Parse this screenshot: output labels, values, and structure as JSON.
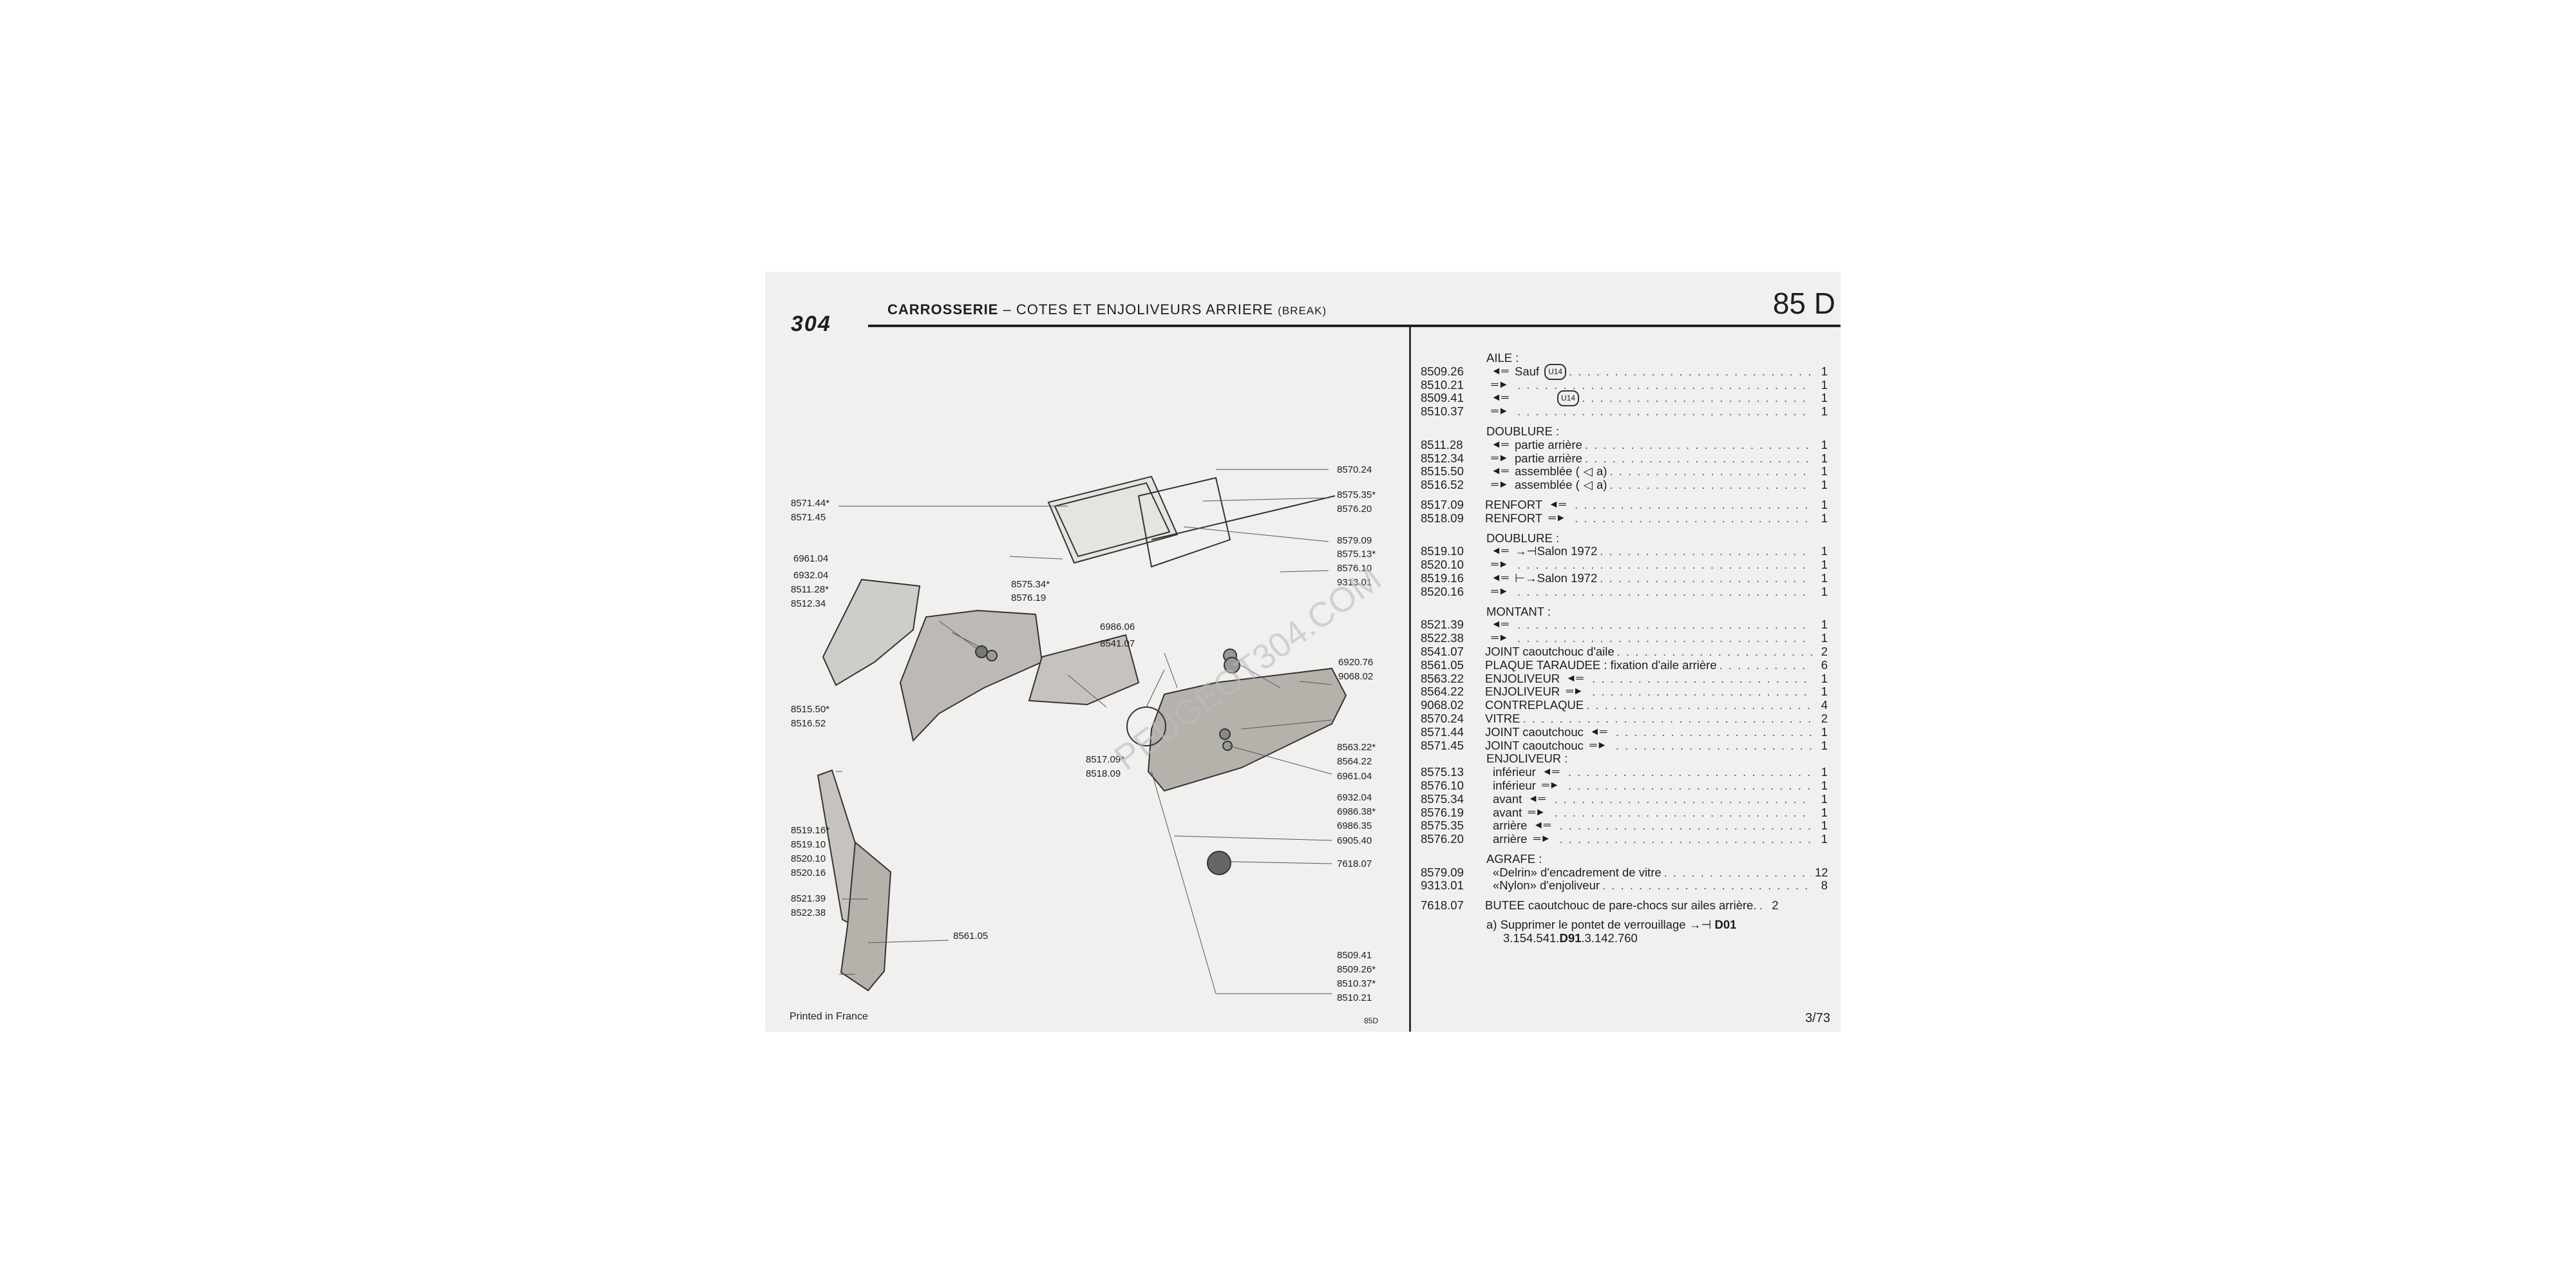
{
  "header": {
    "model": "304",
    "title_bold": "CARROSSERIE",
    "title_rest": " – COTES ET ENJOLIVEURS ARRIERE ",
    "title_suffix": "(BREAK)",
    "planche": "85 D"
  },
  "footer": {
    "printed": "Printed in France",
    "code": "85D",
    "date": "3/73"
  },
  "watermark": "PEUGEOT304.COM",
  "diagram_labels": [
    "8570.24",
    "8575.35*",
    "8576.20",
    "8571.44*",
    "8571.45",
    "8579.09",
    "8575.13*",
    "8576.10",
    "9313.01",
    "8575.34*",
    "8576.19",
    "6961.04",
    "6932.04",
    "8511.28*",
    "8512.34",
    "6986.06",
    "8541.07",
    "6920.76",
    "9068.02",
    "8515.50*",
    "8516.52",
    "8563.22*",
    "8564.22",
    "8517.09*",
    "8518.09",
    "6961.04",
    "6932.04",
    "6986.38*",
    "6986.35",
    "8519.16*",
    "8519.10",
    "8520.10",
    "8520.16",
    "6905.40",
    "7618.07",
    "8521.39",
    "8522.38",
    "8561.05",
    "8509.41",
    "8509.26*",
    "8510.37*",
    "8510.21"
  ],
  "parts": {
    "aile": {
      "title": "AILE :",
      "rows": [
        {
          "ref": "8509.26",
          "qty": "1"
        },
        {
          "ref": "8510.21",
          "qty": "1"
        },
        {
          "ref": "8509.41",
          "qty": "1"
        },
        {
          "ref": "8510.37",
          "qty": "1"
        }
      ],
      "sauf": "Sauf",
      "badge": "U14"
    },
    "doublure1": {
      "title": "DOUBLURE :",
      "rows": [
        {
          "ref": "8511.28",
          "desc": "partie arrière",
          "qty": "1"
        },
        {
          "ref": "8512.34",
          "desc": "partie arrière",
          "qty": "1"
        },
        {
          "ref": "8515.50",
          "desc": "assemblée (",
          "mark": "a)",
          "qty": "1"
        },
        {
          "ref": "8516.52",
          "desc": "assemblée (",
          "mark": "a)",
          "qty": "1"
        }
      ]
    },
    "renfort": [
      {
        "ref": "8517.09",
        "desc": "RENFORT",
        "qty": "1"
      },
      {
        "ref": "8518.09",
        "desc": "RENFORT",
        "qty": "1"
      }
    ],
    "doublure2": {
      "title": "DOUBLURE :",
      "rows": [
        {
          "ref": "8519.10",
          "qty": "1"
        },
        {
          "ref": "8520.10",
          "qty": "1"
        },
        {
          "ref": "8519.16",
          "qty": "1"
        },
        {
          "ref": "8520.16",
          "qty": "1"
        }
      ],
      "salon": "Salon 1972"
    },
    "montant": {
      "title": "MONTANT :",
      "rows": [
        {
          "ref": "8521.39",
          "qty": "1"
        },
        {
          "ref": "8522.38",
          "qty": "1"
        }
      ]
    },
    "misc": [
      {
        "ref": "8541.07",
        "desc": "JOINT caoutchouc d'aile",
        "qty": "2"
      },
      {
        "ref": "8561.05",
        "desc": "PLAQUE TARAUDEE : fixation d'aile arrière",
        "qty": "6"
      },
      {
        "ref": "8563.22",
        "desc": "ENJOLIVEUR",
        "qty": "1"
      },
      {
        "ref": "8564.22",
        "desc": "ENJOLIVEUR",
        "qty": "1"
      },
      {
        "ref": "9068.02",
        "desc": "CONTREPLAQUE",
        "qty": "4"
      },
      {
        "ref": "8570.24",
        "desc": "VITRE",
        "qty": "2"
      },
      {
        "ref": "8571.44",
        "desc": "JOINT caoutchouc",
        "qty": "1"
      },
      {
        "ref": "8571.45",
        "desc": "JOINT caoutchouc",
        "qty": "1"
      }
    ],
    "enjoliveur": {
      "title": "ENJOLIVEUR :",
      "rows": [
        {
          "ref": "8575.13",
          "desc": "inférieur",
          "qty": "1"
        },
        {
          "ref": "8576.10",
          "desc": "inférieur",
          "qty": "1"
        },
        {
          "ref": "8575.34",
          "desc": "avant",
          "qty": "1"
        },
        {
          "ref": "8576.19",
          "desc": "avant",
          "qty": "1"
        },
        {
          "ref": "8575.35",
          "desc": "arrière",
          "qty": "1"
        },
        {
          "ref": "8576.20",
          "desc": "arrière",
          "qty": "1"
        }
      ]
    },
    "agrafe": {
      "title": "AGRAFE :",
      "rows": [
        {
          "ref": "8579.09",
          "desc": "«Delrin» d'encadrement de vitre",
          "qty": "12"
        },
        {
          "ref": "9313.01",
          "desc": "«Nylon» d'enjoliveur",
          "qty": "8"
        }
      ]
    },
    "butee": {
      "ref": "7618.07",
      "desc": "BUTEE caoutchouc de pare-chocs sur ailes arrière.",
      "qty": "2"
    },
    "note": {
      "label": "a)",
      "text": "Supprimer le pontet de verrouillage",
      "code": "D01",
      "line2a": "3.154.541.",
      "line2b": "D91",
      "line2c": ".3.142.760"
    }
  }
}
